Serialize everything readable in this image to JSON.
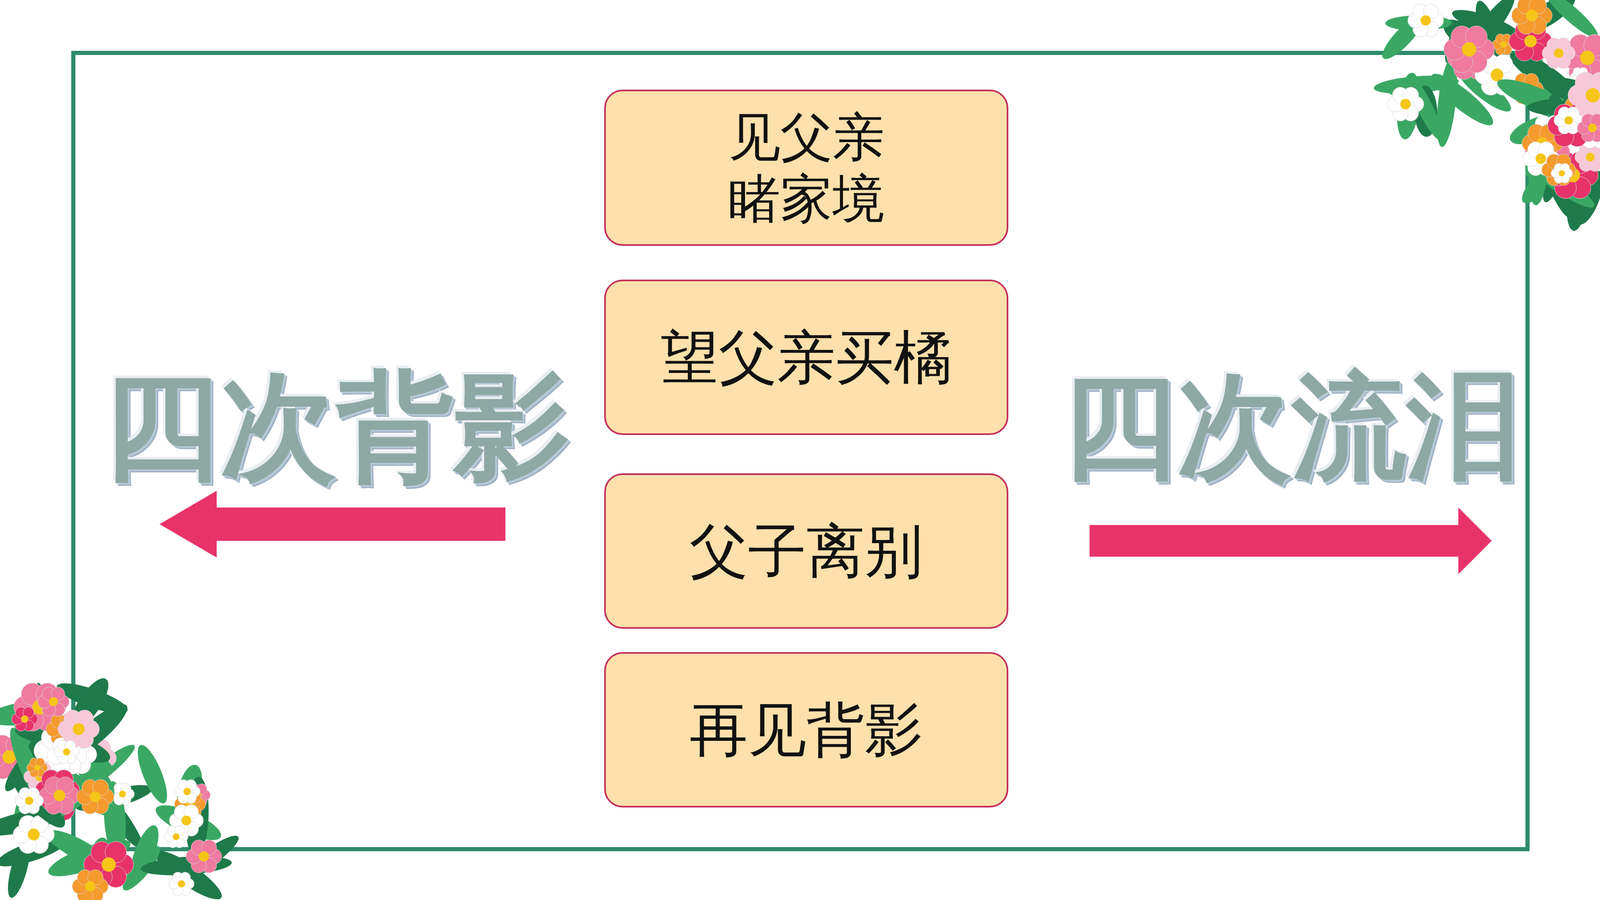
{
  "diagram": {
    "nodes": [
      {
        "text": [
          "见父亲 睹家境"
        ]
      },
      {
        "text": [
          "望父亲买橘"
        ]
      },
      {
        "text": [
          "父子离别"
        ]
      },
      {
        "text": [
          "再见背影"
        ]
      }
    ],
    "edges": [],
    "labels": [
      "四次背影",
      "四次流泪"
    ]
  }
}
